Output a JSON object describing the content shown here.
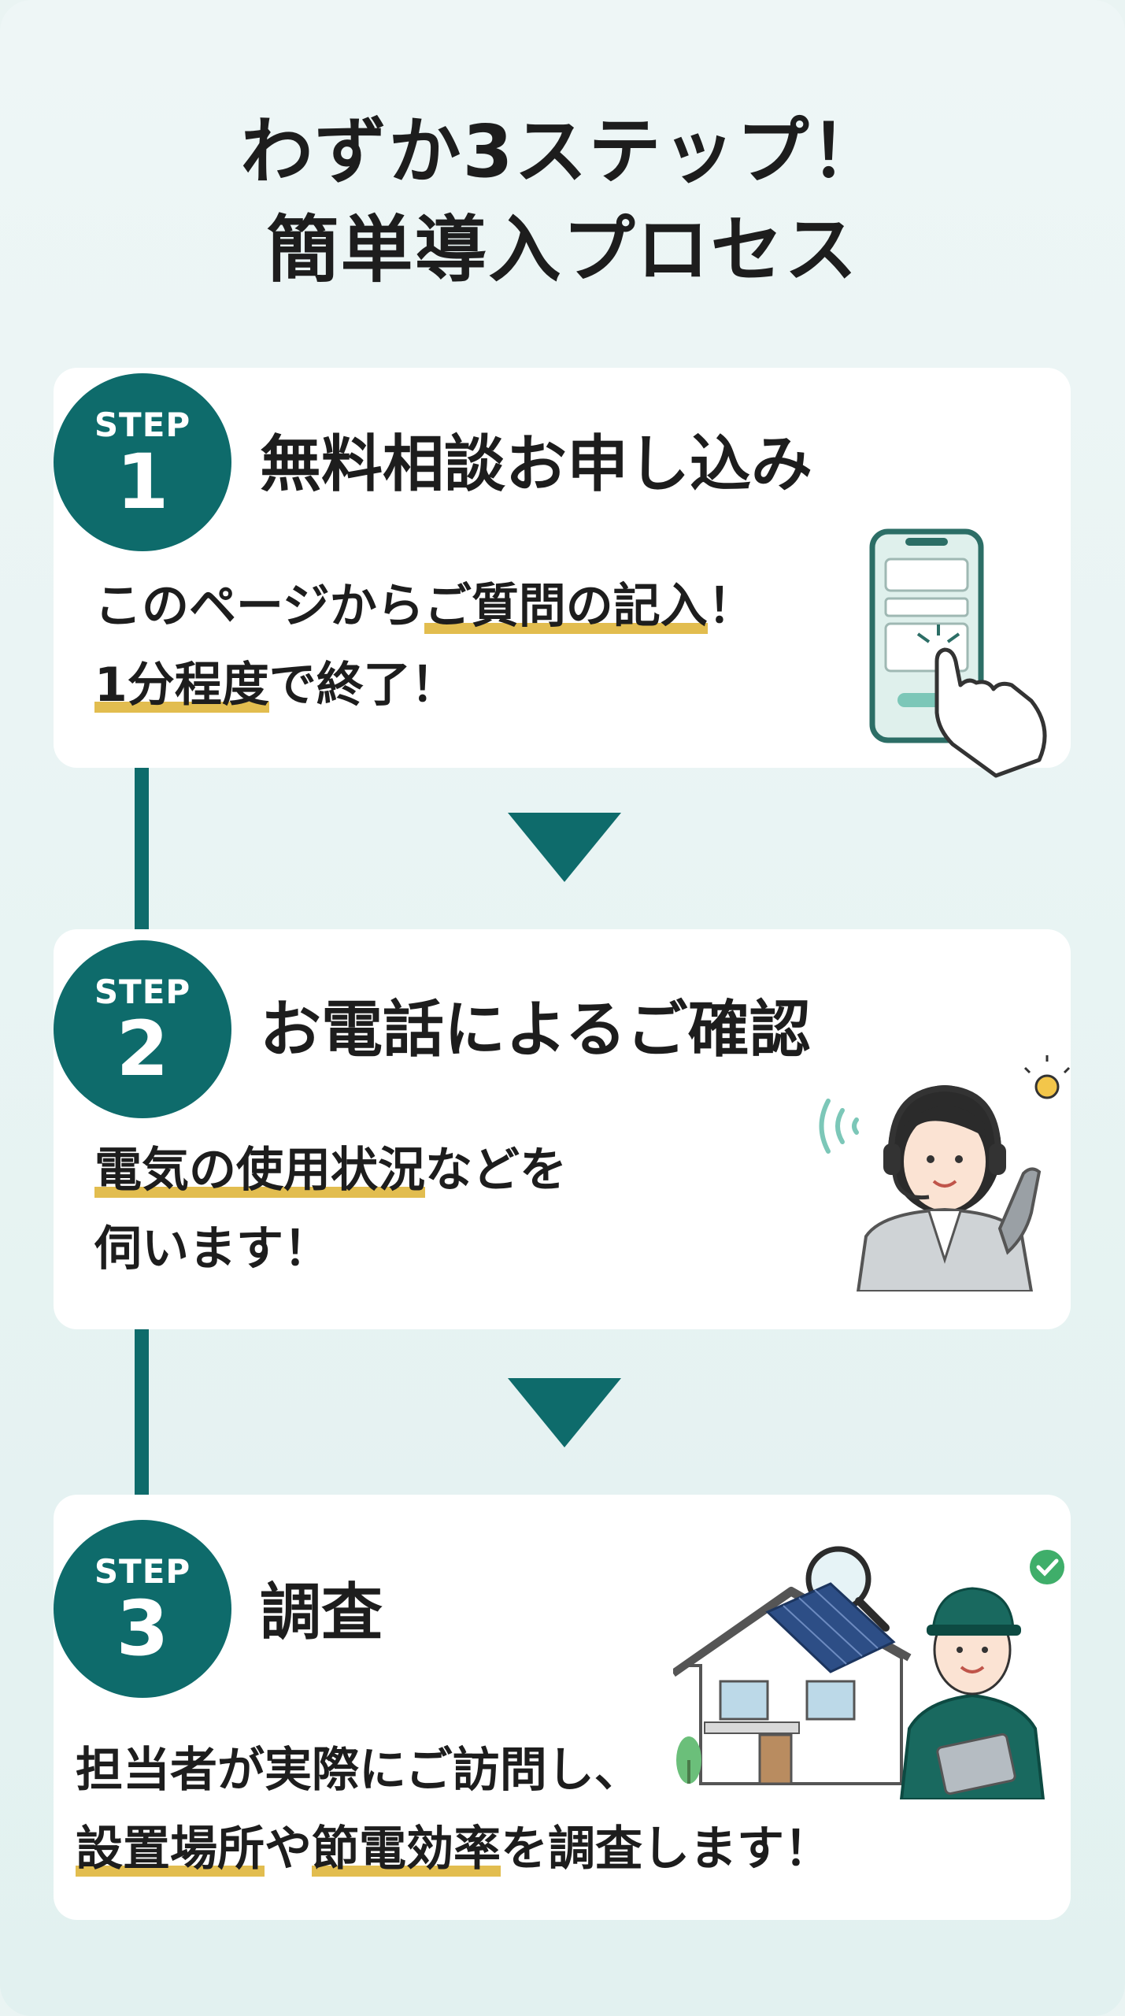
{
  "title": {
    "line1": "わずか3ステップ！",
    "line2": "簡単導入プロセス"
  },
  "colors": {
    "accent": "#0e6b6b",
    "highlight": "#e2bd4f",
    "background": "#e7f3f2",
    "card": "#ffffff"
  },
  "steps": [
    {
      "badge_label": "STEP",
      "number": "1",
      "title": "無料相談お申し込み",
      "body": [
        {
          "pre": "このページから",
          "hl": "ご質問の記入",
          "post": "！"
        },
        {
          "pre": "",
          "hl": "1分程度",
          "post": "で終了！"
        }
      ],
      "icon": "smartphone-hand-icon"
    },
    {
      "badge_label": "STEP",
      "number": "2",
      "title": "お電話によるご確認",
      "body": [
        {
          "pre": "",
          "hl": "電気の使用状況",
          "post": "などを"
        },
        {
          "pre": "伺います！",
          "hl": "",
          "post": ""
        }
      ],
      "icon": "operator-headset-icon"
    },
    {
      "badge_label": "STEP",
      "number": "3",
      "title": "調査",
      "body": [
        {
          "pre": "担当者が実際にご訪問し、",
          "hl": "",
          "post": ""
        },
        {
          "pre": "",
          "hl": "設置場所",
          "post": "や",
          "hl2": "節電効率",
          "post2": "を調査します！"
        }
      ],
      "icon": "house-inspector-icon"
    }
  ]
}
